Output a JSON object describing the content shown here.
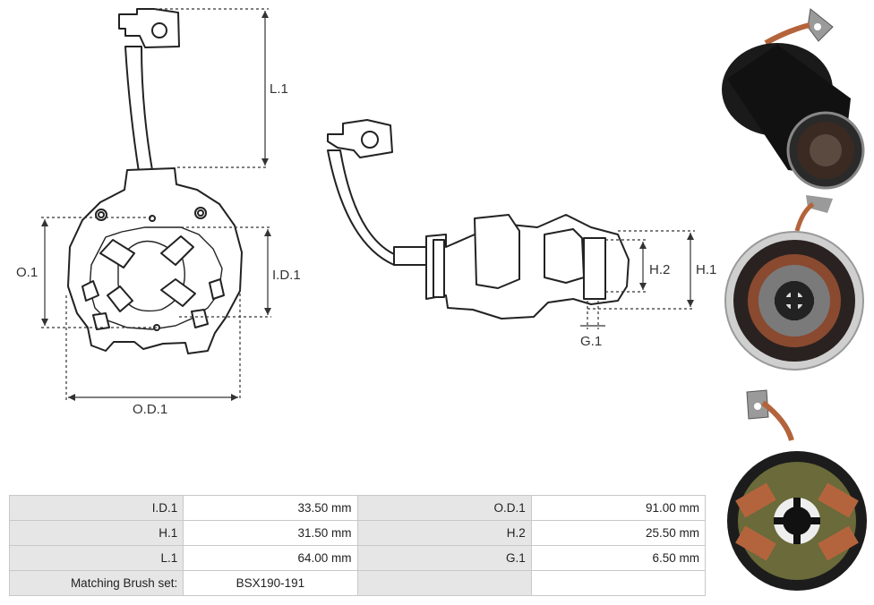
{
  "dimension_labels": {
    "l1": "L.1",
    "o1": "O.1",
    "id1": "I.D.1",
    "od1": "O.D.1",
    "h1": "H.1",
    "h2": "H.2",
    "g1": "G.1"
  },
  "specs": {
    "rows": [
      {
        "label_a": "I.D.1",
        "value_a": "33.50 mm",
        "label_b": "O.D.1",
        "value_b": "91.00 mm"
      },
      {
        "label_a": "H.1",
        "value_a": "31.50 mm",
        "label_b": "H.2",
        "value_b": "25.50 mm"
      },
      {
        "label_a": "L.1",
        "value_a": "64.00 mm",
        "label_b": "G.1",
        "value_b": "6.50 mm"
      },
      {
        "label_a": "Matching Brush set:",
        "value_a": "BSX190-191",
        "label_b": "",
        "value_b": ""
      }
    ]
  },
  "colors": {
    "header_cell": "#e6e6e6",
    "border": "#c8c8c8",
    "motor_body": "#1a1a1a",
    "copper": "#b4643c"
  }
}
